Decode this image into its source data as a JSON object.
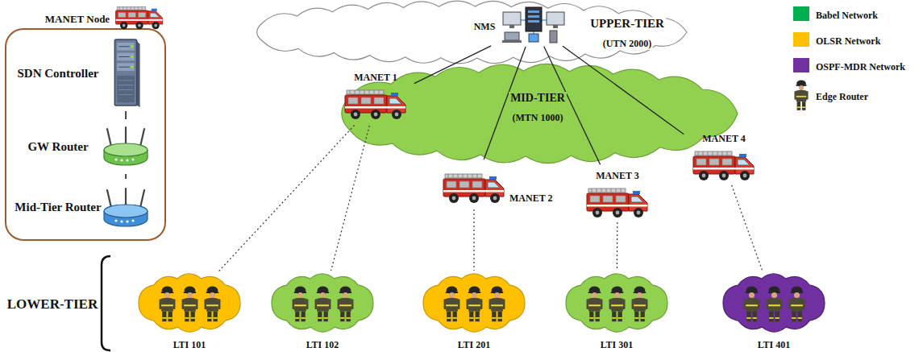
{
  "diagram": {
    "nodes": [
      {
        "text": [
          "MANET Node"
        ]
      },
      {
        "text": [
          "SDN Controller"
        ],
        "in": 0
      },
      {
        "text": [
          "GW Router"
        ],
        "in": 0
      },
      {
        "text": [
          "Mid-Tier Router"
        ],
        "in": 0
      },
      {
        "text": [
          "UPPER-TIER",
          "(UTN 2000)"
        ]
      },
      {
        "text": [
          "NMS"
        ],
        "in": 4
      },
      {
        "text": [
          "MID-TIER",
          "(MTN 1000)"
        ]
      },
      {
        "text": [
          "MANET 1"
        ],
        "in": 6
      },
      {
        "text": [
          "MANET 2"
        ],
        "in": 6
      },
      {
        "text": [
          "MANET 3"
        ],
        "in": 6
      },
      {
        "text": [
          "MANET 4"
        ],
        "in": 6
      },
      {
        "text": [
          "LTI 101"
        ]
      },
      {
        "text": [
          "LTI 102"
        ]
      },
      {
        "text": [
          "LTI 201"
        ]
      },
      {
        "text": [
          "LTI 301"
        ]
      },
      {
        "text": [
          "LTI 401"
        ]
      }
    ],
    "edges": [
      {
        "from": 1,
        "to": 2,
        "arrow": "none"
      },
      {
        "from": 2,
        "to": 3,
        "arrow": "none"
      },
      {
        "from": 5,
        "to": 7,
        "arrow": "none"
      },
      {
        "from": 5,
        "to": 8,
        "arrow": "none"
      },
      {
        "from": 5,
        "to": 9,
        "arrow": "none"
      },
      {
        "from": 5,
        "to": 10,
        "arrow": "none"
      },
      {
        "from": 7,
        "to": 11,
        "arrow": "none"
      },
      {
        "from": 7,
        "to": 12,
        "arrow": "none"
      },
      {
        "from": 8,
        "to": 13,
        "arrow": "none"
      },
      {
        "from": 9,
        "to": 14,
        "arrow": "none"
      },
      {
        "from": 10,
        "to": 15,
        "arrow": "none"
      }
    ],
    "labels": [
      "LOWER-TIER"
    ],
    "legend": [
      {
        "text": "Babel Network",
        "color": "#00b050"
      },
      {
        "text": "OLSR Network",
        "color": "#ffc000"
      },
      {
        "text": "OSPF-MDR Network",
        "color": "#7030a0"
      },
      {
        "text": "Edge Router"
      }
    ]
  }
}
